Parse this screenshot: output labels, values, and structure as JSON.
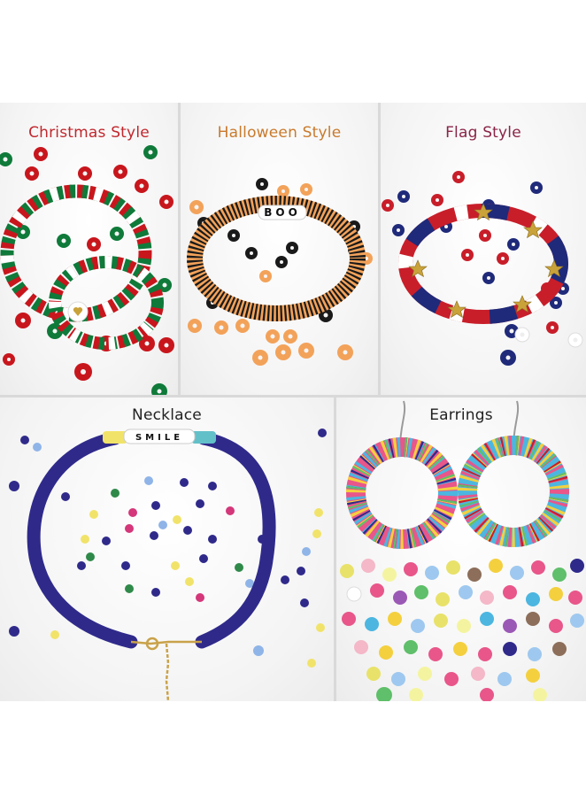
{
  "panels": {
    "christmas": {
      "title": "Christmas Style",
      "title_color": "#c1272d"
    },
    "halloween": {
      "title": "Halloween Style",
      "title_color": "#c97a2c"
    },
    "flag": {
      "title": "Flag Style",
      "title_color": "#8a2448"
    },
    "necklace": {
      "title": "Necklace",
      "title_color": "#222222"
    },
    "earrings": {
      "title": "Earrings",
      "title_color": "#222222"
    }
  },
  "bead_letters": {
    "boo": "BOO",
    "smile": "SMILE"
  },
  "colors": {
    "christmas_red": "#c8161d",
    "christmas_green": "#0f7a3a",
    "halloween_orange": "#f3a25a",
    "halloween_black": "#1a1a1a",
    "flag_red": "#c81e2a",
    "flag_blue": "#1f2a7a",
    "flag_gold": "#c9a23a",
    "necklace_purple": "#2f2a8a",
    "chain_gold": "#c9a24a"
  }
}
